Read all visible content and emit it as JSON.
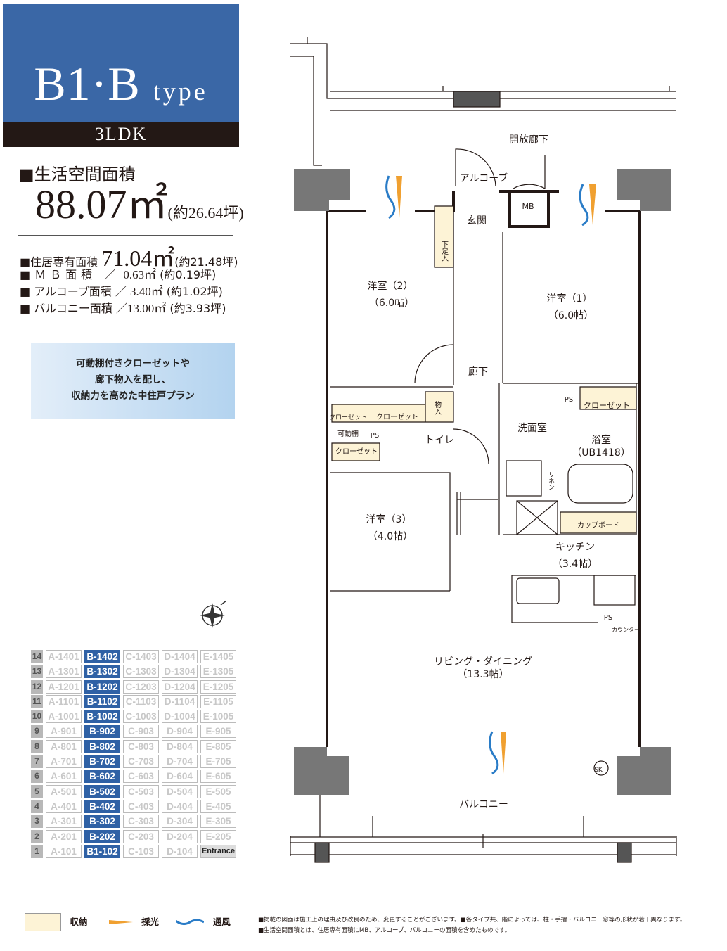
{
  "header": {
    "type_main": "B1·B",
    "type_suffix": "type",
    "layout": "3LDK"
  },
  "life_area": {
    "label": "■生活空間面積",
    "value": "88.07㎡",
    "tsubo": "(約26.64坪)"
  },
  "areas": [
    {
      "label": "■住居専有面積",
      "value": "71.04㎡",
      "tsubo": "(約21.48坪)"
    },
    {
      "label": "■ＭＢ面積 ／",
      "value": "0.63㎡",
      "tsubo": "(約0.19坪)"
    },
    {
      "label": "■ アルコーブ面積 ／",
      "value": "3.40㎡",
      "tsubo": "(約1.02坪)"
    },
    {
      "label": "■ バルコニー面積 ／",
      "value": "13.00㎡",
      "tsubo": "(約3.93坪)"
    }
  ],
  "promo": [
    "可動棚付きクローゼットや",
    "廊下物入を配し、",
    "収納力を高めた中住戸プラン"
  ],
  "units": [
    {
      "floor": "14",
      "units": [
        "A-1401",
        "B-1402",
        "C-1403",
        "D-1404",
        "E-1405"
      ]
    },
    {
      "floor": "13",
      "units": [
        "A-1301",
        "B-1302",
        "C-1303",
        "D-1304",
        "E-1305"
      ]
    },
    {
      "floor": "12",
      "units": [
        "A-1201",
        "B-1202",
        "C-1203",
        "D-1204",
        "E-1205"
      ]
    },
    {
      "floor": "11",
      "units": [
        "A-1101",
        "B-1102",
        "C-1103",
        "D-1104",
        "E-1105"
      ]
    },
    {
      "floor": "10",
      "units": [
        "A-1001",
        "B-1002",
        "C-1003",
        "D-1004",
        "E-1005"
      ]
    },
    {
      "floor": "9",
      "units": [
        "A-901",
        "B-902",
        "C-903",
        "D-904",
        "E-905"
      ]
    },
    {
      "floor": "8",
      "units": [
        "A-801",
        "B-802",
        "C-803",
        "D-804",
        "E-805"
      ]
    },
    {
      "floor": "7",
      "units": [
        "A-701",
        "B-702",
        "C-703",
        "D-704",
        "E-705"
      ]
    },
    {
      "floor": "6",
      "units": [
        "A-601",
        "B-602",
        "C-603",
        "D-604",
        "E-605"
      ]
    },
    {
      "floor": "5",
      "units": [
        "A-501",
        "B-502",
        "C-503",
        "D-504",
        "E-505"
      ]
    },
    {
      "floor": "4",
      "units": [
        "A-401",
        "B-402",
        "C-403",
        "D-404",
        "E-405"
      ]
    },
    {
      "floor": "3",
      "units": [
        "A-301",
        "B-302",
        "C-303",
        "D-304",
        "E-305"
      ]
    },
    {
      "floor": "2",
      "units": [
        "A-201",
        "B-202",
        "C-203",
        "D-204",
        "E-205"
      ]
    },
    {
      "floor": "1",
      "units": [
        "A-101",
        "B1-102",
        "C-103",
        "D-104",
        "Entrance"
      ]
    }
  ],
  "plan": {
    "corridor": "開放廊下",
    "alcove": "アルコーブ",
    "mb": "MB",
    "entrance": "玄関",
    "shoe": "下足入",
    "room2": "洋室（2）",
    "room2_size": "（6.0帖）",
    "room1": "洋室（1）",
    "room1_size": "（6.0帖）",
    "hall": "廊下",
    "storage": "物入",
    "closet": "クローゼット",
    "movable_shelf": "可動棚",
    "ps": "PS",
    "toilet": "トイレ",
    "washroom": "洗面室",
    "bath": "浴室",
    "bath_size": "（UB1418）",
    "linen": "リネン",
    "cupboard": "カップボード",
    "kitchen": "キッチン",
    "kitchen_size": "（3.4帖）",
    "room3": "洋室（3）",
    "room3_size": "（4.0帖）",
    "counter": "カウンター",
    "living": "リビング・ダイニング",
    "living_size": "（13.3帖）",
    "sk": "SK",
    "balcony": "バルコニー"
  },
  "legend": {
    "storage": "収納",
    "light": "採光",
    "wind": "通風"
  },
  "notes": [
    "■掲載の図面は施工上の理由及び改良のため、変更することがございます。■各タイプ共、階によっては、柱・手摺・バルコニー窓等の形状が若干異なります。",
    "■生活空間面積とは、住居専有面積にMB、アルコーブ、バルコニーの面積を含めたものです。"
  ],
  "colors": {
    "brand": "#3a67a6",
    "storage": "#fdf3d6",
    "light": "#f0a030",
    "wind": "#2a7cc7"
  }
}
